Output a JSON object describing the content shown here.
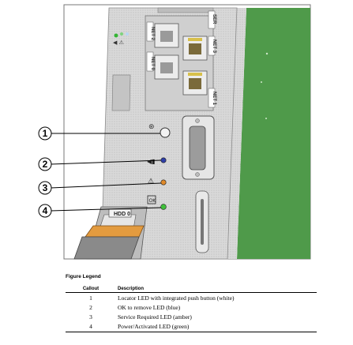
{
  "figure": {
    "port_labels": [
      "NET 2",
      "NET 0",
      "NET 3",
      "NET 1",
      "SER"
    ],
    "drive_label": "HDD 0",
    "callouts": [
      "1",
      "2",
      "3",
      "4"
    ],
    "led_colors": {
      "locator": "#f2f2f2",
      "ok_to_remove": "#2f3fa8",
      "service": "#e08a2a",
      "power": "#3fbf3a"
    },
    "board_color": "#4f9a4a"
  },
  "legend": {
    "title": "Figure Legend",
    "headers": {
      "callout": "Callout",
      "description": "Description"
    },
    "rows": [
      {
        "callout": "1",
        "description": "Locator LED with integrated push button (white)"
      },
      {
        "callout": "2",
        "description": "OK to remove LED (blue)"
      },
      {
        "callout": "3",
        "description": "Service Required LED (amber)"
      },
      {
        "callout": "4",
        "description": "Power/Activated LED (green)"
      }
    ]
  }
}
